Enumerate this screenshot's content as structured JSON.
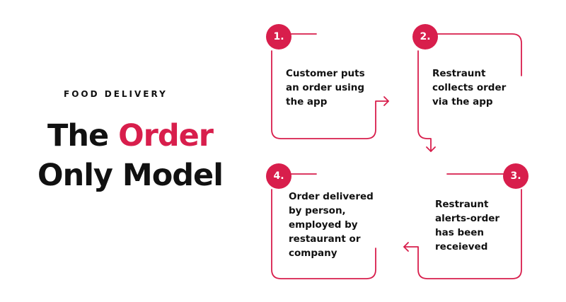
{
  "eyebrow": "FOOD DELIVERY",
  "title": {
    "line1_before": "The ",
    "line1_accent": "Order",
    "line2": "Only Model"
  },
  "colors": {
    "accent": "#d81e4c",
    "text": "#111111",
    "background": "#ffffff"
  },
  "steps": [
    {
      "number": "1.",
      "lines": [
        "Customer puts",
        "an order using",
        "the app"
      ]
    },
    {
      "number": "2.",
      "lines": [
        "Restraunt",
        "collects order",
        "via the app"
      ]
    },
    {
      "number": "3.",
      "lines": [
        "Restraunt",
        "alerts-order",
        "has been",
        "receieved"
      ]
    },
    {
      "number": "4.",
      "lines": [
        "Order delivered",
        "by person,",
        "employed by",
        "restaurant or",
        "company"
      ]
    }
  ]
}
